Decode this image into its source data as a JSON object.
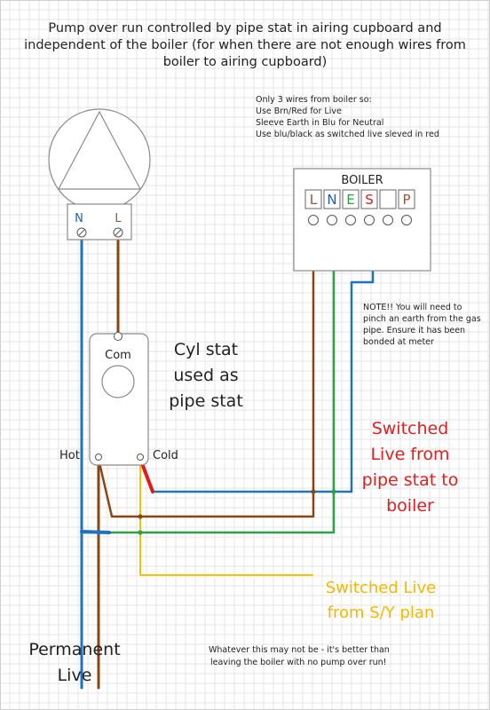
{
  "title": {
    "line1": "Pump over run controlled by pipe stat in airing cupboard and",
    "line2": "independent of the boiler (for when there are not enough wires from",
    "line3": "boiler to  airing cupboard)"
  },
  "notes": {
    "line1": "Only 3 wires from boiler so:",
    "line2": "Use Brn/Red for Live",
    "line3": "Sleeve Earth in Blu for Neutral",
    "line4": "Use blu/black as switched live sleved in red"
  },
  "pump": {
    "terminal_n": "N",
    "terminal_l": "L"
  },
  "boiler": {
    "title": "BOILER",
    "terminals": [
      "L",
      "N",
      "E",
      "S",
      "",
      "P"
    ]
  },
  "earth_note": {
    "line1": "NOTE!! You will need to",
    "line2": "pinch an earth from the gas",
    "line3": "pipe. Ensure it has been",
    "line4": "bonded at meter"
  },
  "cyl_stat": {
    "com": "Com",
    "hot": "Hot",
    "cold": "Cold",
    "label_line1": "Cyl stat",
    "label_line2": "used as",
    "label_line3": "pipe stat"
  },
  "switched_live_boiler": {
    "line1": "Switched",
    "line2": "Live from",
    "line3": "pipe stat to",
    "line4": "boiler"
  },
  "switched_live_sy": {
    "line1": "Switched Live",
    "line2": "from S/Y plan"
  },
  "permanent_live": {
    "line1": "Permanent",
    "line2": "Live"
  },
  "footer": {
    "line1": "Whatever this may not be - it's better than",
    "line2": "leaving the boiler with no pump over run!"
  },
  "colors": {
    "brown": "#8B4513",
    "blue": "#1E73BE",
    "green": "#2EA043",
    "red": "#E01B1B",
    "yellow": "#F5C400",
    "label_red": "#E02020",
    "label_yellow": "#F5B800",
    "terminal_l": "#A0522D",
    "terminal_n": "#1E5FA8",
    "terminal_e": "#2E9E3E",
    "terminal_s": "#D52020",
    "terminal_p": "#A0522D"
  }
}
